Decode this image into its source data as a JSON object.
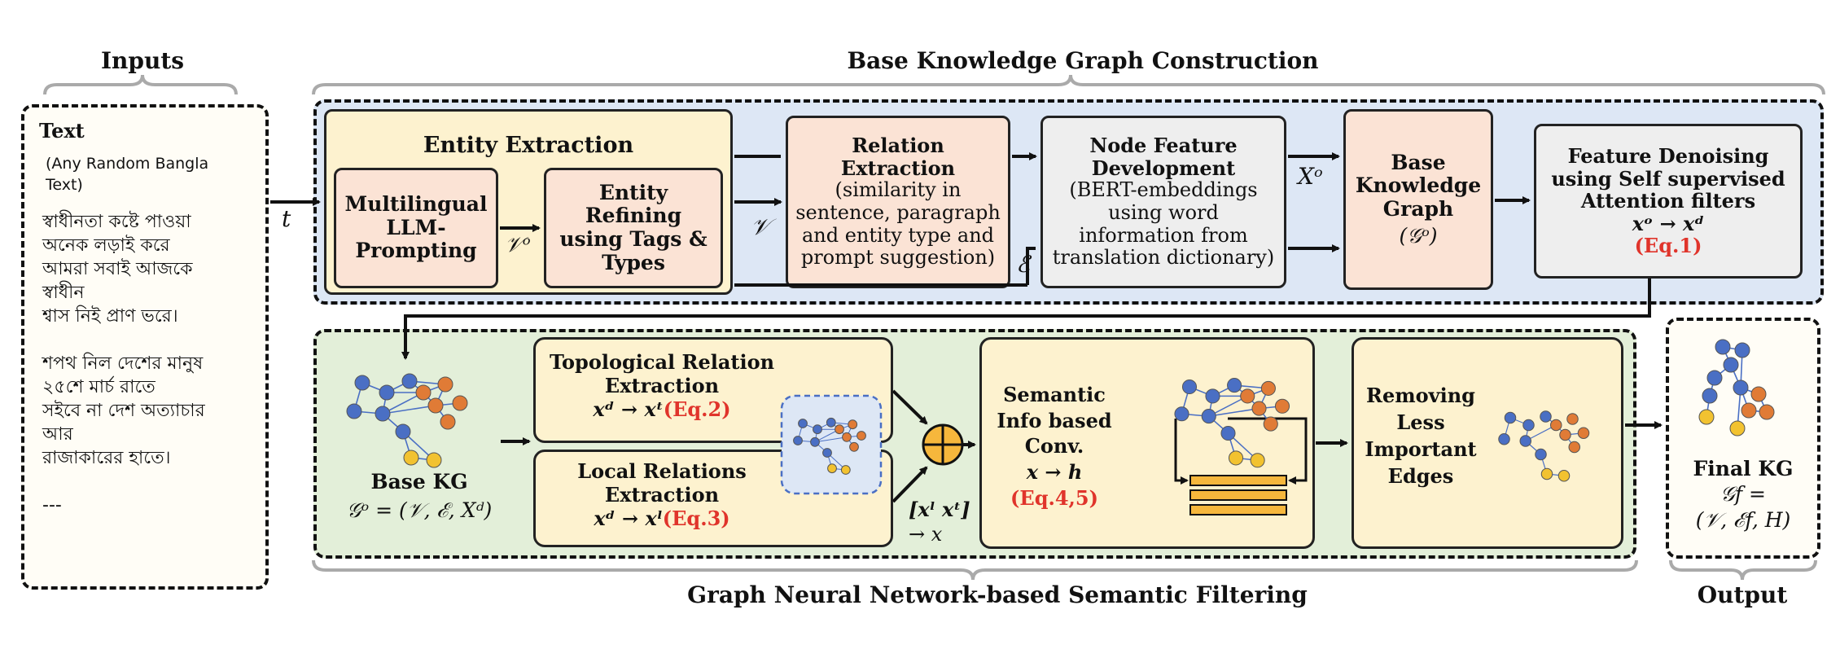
{
  "sections": {
    "inputs": "Inputs",
    "base_kg": "Base Knowledge Graph Construction",
    "gnn": "Graph Neural Network-based Semantic Filtering",
    "output": "Output"
  },
  "input": {
    "heading": "Text",
    "sub1": "(Any Random Bangla",
    "sub2": "Text)",
    "bangla": [
      "স্বাধীনতা কষ্টে পাওয়া",
      "অনেক লড়াই করে",
      "আমরা সবাই আজকে",
      "স্বাধীন",
      "শ্বাস নিই প্রাণ ভরে।",
      "",
      "শপথ নিল দেশের মানুষ",
      "২৫শে মার্চ রাতে",
      "সইবে না দেশ অত্যাচার",
      "আর",
      "রাজাকারের হাতে।",
      "",
      "---"
    ]
  },
  "arrow_labels": {
    "t": "t",
    "vo": "𝒱ᵒ",
    "v": "𝒱",
    "e": "ℰ",
    "xo": "Xᵒ"
  },
  "entity_extraction": {
    "title": "Entity Extraction",
    "llm": [
      "Multilingual",
      "LLM-",
      "Prompting"
    ],
    "refining": [
      "Entity",
      "Refining",
      "using Tags &",
      "Types"
    ]
  },
  "relation_extraction": {
    "title": [
      "Relation",
      "Extraction"
    ],
    "desc": [
      "(similarity in",
      "sentence, paragraph",
      "and entity type and",
      "prompt suggestion)"
    ]
  },
  "node_feature": {
    "title": [
      "Node Feature",
      "Development"
    ],
    "desc": [
      "(BERT-embeddings",
      "using word",
      "information from",
      "translation dictionary)"
    ]
  },
  "base_kg_box": {
    "title": [
      "Base",
      "Knowledge",
      "Graph"
    ],
    "symbol": "(𝒢ᵒ)"
  },
  "denoising": {
    "title": [
      "Feature Denoising",
      "using Self supervised",
      "Attention filters"
    ],
    "formula": "xᵒ → xᵈ",
    "eq": "(Eq.1)"
  },
  "base_kg": {
    "label": "Base KG",
    "formula": "𝒢ᵒ = (𝒱, ℰ, Xᵈ)"
  },
  "topological": {
    "title": [
      "Topological Relation",
      "Extraction"
    ],
    "formula": "xᵈ → xᵗ",
    "eq": "(Eq.2)"
  },
  "local": {
    "title": [
      "Local Relations",
      "Extraction"
    ],
    "formula": "xᵈ → xˡ",
    "eq": "(Eq.3)"
  },
  "concat": {
    "line1": "[xˡ xᵗ]",
    "line2": "→ x"
  },
  "semantic": {
    "title": [
      "Semantic",
      "Info based",
      "Conv."
    ],
    "formula": "x → h",
    "eq": "(Eq.4,5)"
  },
  "removing": {
    "title": [
      "Removing",
      "Less",
      "Important",
      "Edges"
    ]
  },
  "final": {
    "label": "Final KG",
    "formula1": "𝒢f =",
    "formula2": "(𝒱, ℰf, H)"
  },
  "colors": {
    "blue_node": "#4a6fc4",
    "orange_node": "#e07b36",
    "yellow_node": "#f2c230",
    "blue_bg": "#dde7f5",
    "green_bg": "#e3efd9",
    "cream": "#fdf2cf",
    "peach": "#fbe3d5",
    "grey": "#eeeeee",
    "eq_red": "#e0342b"
  }
}
